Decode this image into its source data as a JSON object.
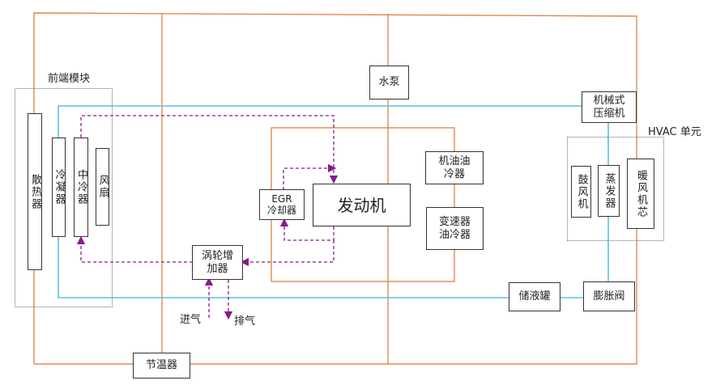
{
  "colors": {
    "coolant_loop": "#e08a4e",
    "refrigerant_loop": "#5bc0e6",
    "air_flow": "#8a1a8a",
    "group_border": "#5a6f8a"
  },
  "groups": {
    "front_module": "前端模块",
    "hvac_unit": "HVAC 单元"
  },
  "components": {
    "radiator": "散热器",
    "condenser": "冷凝器",
    "intercooler": "中冷器",
    "fan": "风扇",
    "water_pump": "水泵",
    "engine": "发动机",
    "egr_cooler_line1": "EGR",
    "egr_cooler_line2": "冷却器",
    "oil_cooler_line1": "机油油",
    "oil_cooler_line2": "冷器",
    "trans_cooler_line1": "变速器",
    "trans_cooler_line2": "油冷器",
    "turbo_line1": "涡轮增",
    "turbo_line2": "加器",
    "thermostat": "节温器",
    "compressor_line1": "机械式",
    "compressor_line2": "压缩机",
    "blower": "鼓风机",
    "evaporator": "蒸发器",
    "heater_core": "暖风机芯",
    "receiver_drier": "储液罐",
    "expansion_valve": "膨胀阀"
  },
  "flows": {
    "intake": "进气",
    "exhaust": "排气"
  }
}
